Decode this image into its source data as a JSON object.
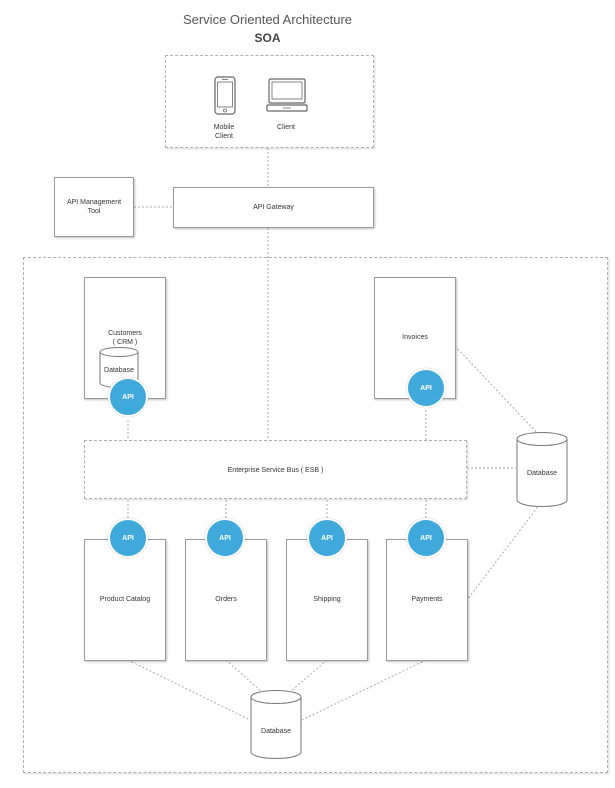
{
  "title": "Service Oriented Architecture",
  "subtitle": "SOA",
  "clients": {
    "mobile_label": "Mobile\nClient",
    "client_label": "Client"
  },
  "api_management_label": "API Management\nTool",
  "api_gateway_label": "API Gateway",
  "services": {
    "customers_label": "Customers\n( CRM )",
    "customers_db_label": "Database",
    "invoices_label": "Invoices",
    "esb_label": "Enterprise Service Bus ( ESB )",
    "side_db_label": "Database",
    "product_catalog_label": "Product Catalog",
    "orders_label": "Orders",
    "shipping_label": "Shipping",
    "payments_label": "Payments",
    "bottom_db_label": "Database"
  },
  "api_label": "API",
  "colors": {
    "api_badge": "#3fa9dc",
    "border": "#9a9a9a"
  }
}
